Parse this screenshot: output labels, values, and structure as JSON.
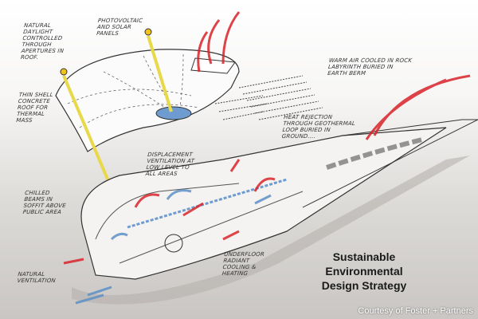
{
  "annotations": {
    "daylight": "Natural daylight controlled through apertures in roof.",
    "pv": "Photovoltaic and solar panels",
    "roof": "Thin shell concrete roof for thermal mass",
    "warm_air": "Warm air cooled in rock labyrinth buried in earth berm",
    "heat_rejection": "Heat rejection through geothermal loop buried in ground....",
    "displacement": "Displacement ventilation at low level to all areas",
    "chilled_beams": "Chilled beams in soffit above public area",
    "underfloor": "Underfloor radiant cooling & heating",
    "natural_vent": "Natural ventilation"
  },
  "title_line1": "Sustainable Environmental",
  "title_line2": "Design Strategy",
  "credit": "Courtesy of Foster + Partners",
  "colors": {
    "warm_arrow": "#d8232a",
    "cool_arrow": "#5b8fc7",
    "sun_beam": "#e8d94a"
  }
}
